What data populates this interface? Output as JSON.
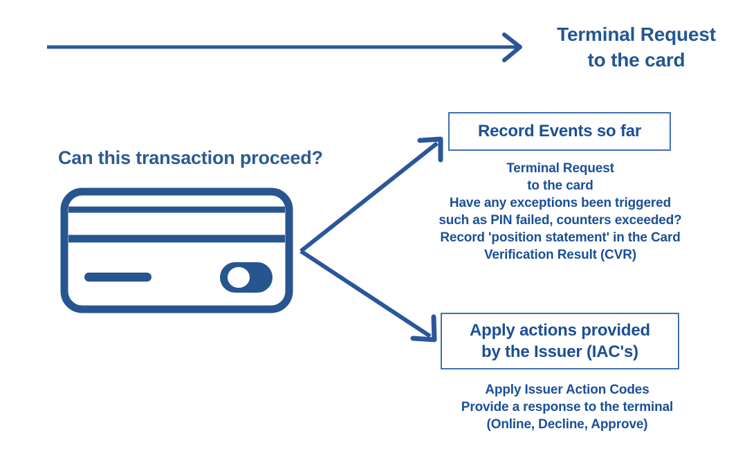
{
  "theme": {
    "background": "#ffffff",
    "primary_blue": "#1b4f96",
    "line_blue": "#2b5699",
    "box_border_blue": "#3f6fb5",
    "heading_blue": "#245693",
    "question_blue": "#2d5a8e",
    "card_icon_blue": "#27558f"
  },
  "header": {
    "arrow_label": "Terminal Request\nto the card",
    "arrow_name": "terminal-request-arrow"
  },
  "question": {
    "text": "Can this transaction proceed?"
  },
  "card": {
    "icon_name": "credit-card-icon",
    "description": "Credit card with magnetic stripe, signature line and contactless toggle"
  },
  "branches": [
    {
      "id": "record-events",
      "box_label": "Record Events so far",
      "detail": "Terminal Request\nto the card\nHave any exceptions been triggered\nsuch as PIN failed, counters exceeded?\nRecord 'position statement' in the Card\nVerification Result (CVR)",
      "detail_lines": [
        "Terminal Request",
        "to the card",
        "Have any exceptions been triggered",
        "such as PIN failed, counters exceeded?",
        "Record 'position statement' in the Card",
        "Verification Result (CVR)"
      ]
    },
    {
      "id": "apply-iac",
      "box_label": "Apply actions provided\nby the Issuer (IAC's)",
      "detail": "Apply Issuer Action Codes\nProvide a response to the terminal\n(Online, Decline, Approve)",
      "detail_lines": [
        "Apply Issuer Action Codes",
        "Provide a response to the terminal",
        "(Online, Decline, Approve)"
      ]
    }
  ],
  "connectors": {
    "top_arrow": "horizontal-arrow-right",
    "branch_upper": "diagonal-arrow-up-right",
    "branch_lower": "diagonal-arrow-down-right"
  }
}
